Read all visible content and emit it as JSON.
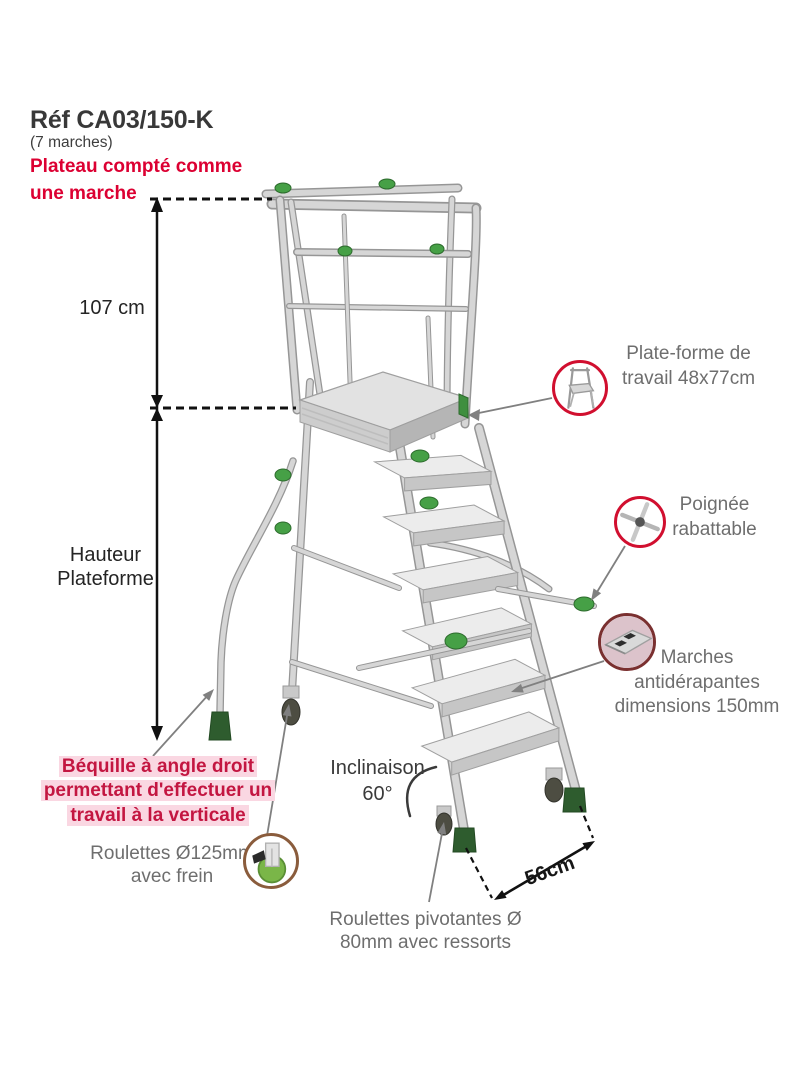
{
  "header": {
    "title": "Réf CA03/150-K",
    "subtitle": "(7 marches)",
    "note": "Plateau compté comme une marche"
  },
  "dimensions": {
    "upper_height": "107 cm",
    "platform_height_label": "Hauteur Plateforme",
    "base_depth": "56cm",
    "incline": "Inclinaison 60°"
  },
  "callouts": {
    "platform": "Plate-forme de travail 48x77cm",
    "handle": "Poignée rabattable",
    "steps": "Marches antidérapantes dimensions 150mm",
    "support_leg": "Béquille à angle droit permettant d'effectuer un travail à la verticale",
    "brake_casters": "Roulettes Ø125mm avec frein",
    "swivel_casters": "Roulettes pivotantes Ø 80mm avec ressorts"
  },
  "colors": {
    "note_red": "#dc0032",
    "support_leg_red": "#c31641",
    "support_leg_highlight": "#fad7e2",
    "callout_gray": "#6e6e6e",
    "detail_circle_red": "#d10f2f",
    "detail_circle_maroon": "#7a3030",
    "detail_circle_brown": "#8a5c3c",
    "ladder_green": "#46a046",
    "dimension_black": "#111111"
  }
}
